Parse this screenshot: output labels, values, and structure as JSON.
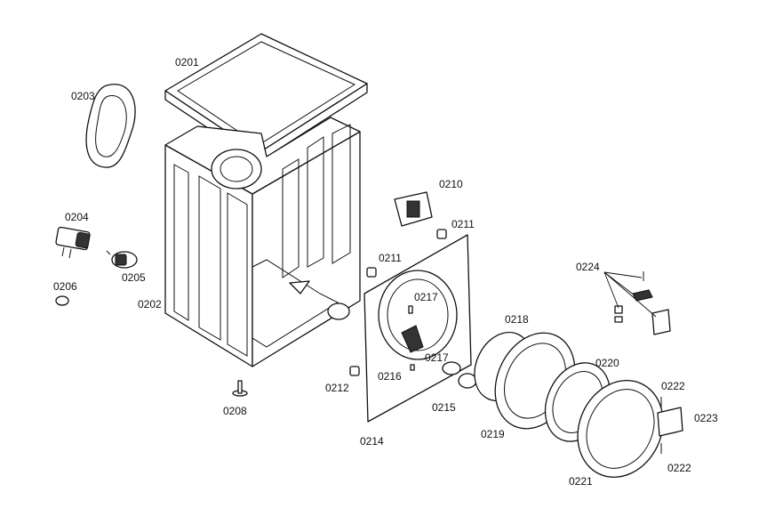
{
  "parts": [
    {
      "id": "p0201",
      "label": "0201"
    },
    {
      "id": "p0202",
      "label": "0202"
    },
    {
      "id": "p0203",
      "label": "0203"
    },
    {
      "id": "p0204",
      "label": "0204"
    },
    {
      "id": "p0205",
      "label": "0205"
    },
    {
      "id": "p0206",
      "label": "0206"
    },
    {
      "id": "p0208",
      "label": "0208"
    },
    {
      "id": "p0210",
      "label": "0210"
    },
    {
      "id": "p0211a",
      "label": "0211"
    },
    {
      "id": "p0211b",
      "label": "0211"
    },
    {
      "id": "p0212",
      "label": "0212"
    },
    {
      "id": "p0214",
      "label": "0214"
    },
    {
      "id": "p0215",
      "label": "0215"
    },
    {
      "id": "p0216",
      "label": "0216"
    },
    {
      "id": "p0217a",
      "label": "0217"
    },
    {
      "id": "p0217b",
      "label": "0217"
    },
    {
      "id": "p0218",
      "label": "0218"
    },
    {
      "id": "p0219",
      "label": "0219"
    },
    {
      "id": "p0220",
      "label": "0220"
    },
    {
      "id": "p0221",
      "label": "0221"
    },
    {
      "id": "p0222a",
      "label": "0222"
    },
    {
      "id": "p0222b",
      "label": "0222"
    },
    {
      "id": "p0223",
      "label": "0223"
    },
    {
      "id": "p0224",
      "label": "0224"
    }
  ]
}
